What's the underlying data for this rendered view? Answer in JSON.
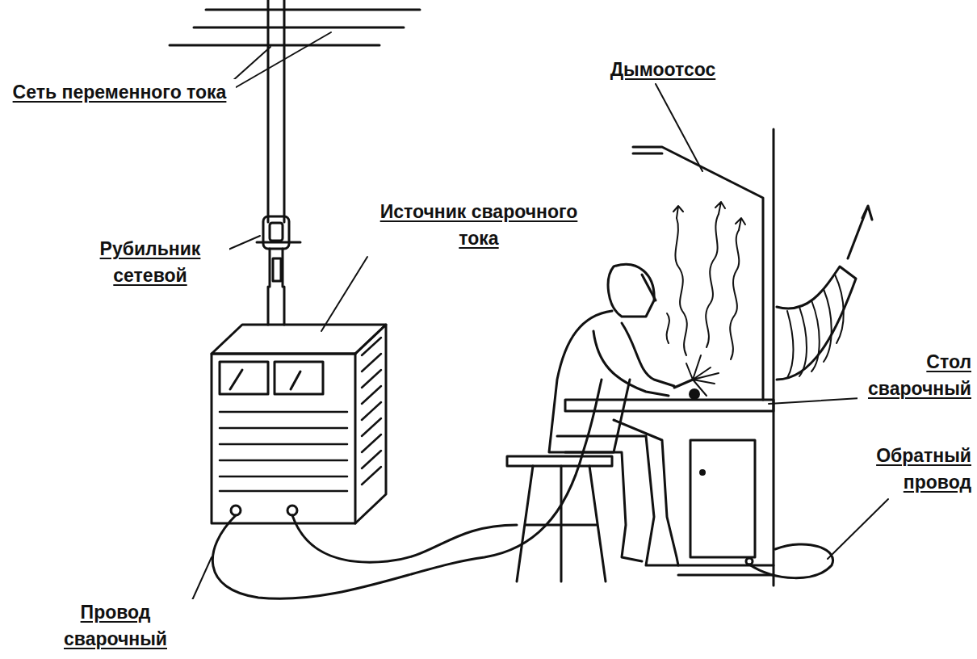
{
  "diagram": {
    "labels": [
      "Сеть переменного тока",
      "Рубильник сетевой",
      "Источник сварочного тока",
      "Дымоотсос",
      "Стол сварочный",
      "Обратный провод",
      "Провод сварочный"
    ]
  }
}
